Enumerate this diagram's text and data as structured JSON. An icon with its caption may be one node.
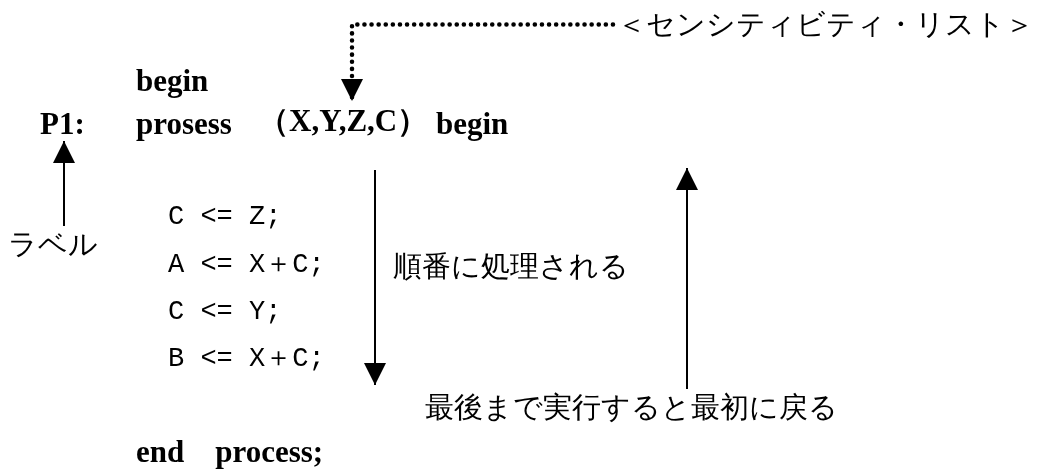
{
  "diagram": {
    "nodes": [
      {
        "text": [
          "＜センシティビティ・リスト＞"
        ]
      },
      {
        "text": [
          "（X,Y,Z,C）"
        ]
      },
      {
        "text": [
          "P1:"
        ]
      },
      {
        "text": [
          "ラベル"
        ]
      },
      {
        "text": [
          "最後まで実行すると最初に戻る"
        ]
      }
    ],
    "edges": [
      {
        "from": 0,
        "to": 1,
        "arrow": "to",
        "style": "dashed"
      },
      {
        "from": 3,
        "to": 2,
        "arrow": "to"
      },
      {
        "from": 4,
        "to": null,
        "arrow": "to"
      }
    ],
    "labels": [
      "begin",
      "prosess",
      "begin",
      "C <= Z;",
      "A <= X＋C;",
      "順番に処理される",
      "C <= Y;",
      "B <= X＋C;",
      "end　process;"
    ]
  }
}
